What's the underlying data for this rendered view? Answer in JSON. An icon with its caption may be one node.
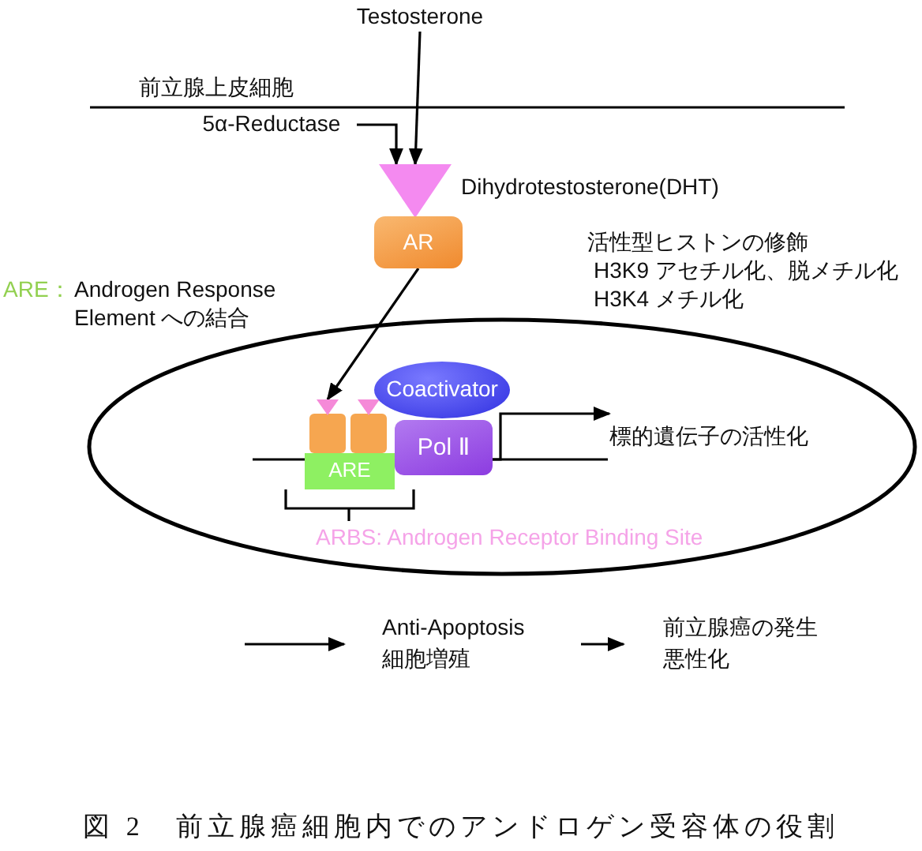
{
  "diagram": {
    "caption": "図 2　前立腺癌細胞内でのアンドロゲン受容体の役割",
    "nodes": [
      {
        "text": [
          "Testosterone"
        ]
      },
      {
        "text": [
          "5α-Reductase"
        ]
      },
      {
        "text": [],
        "shape": "triangle",
        "beside": [
          "Dihydrotestosterone(DHT)"
        ]
      },
      {
        "text": [
          "AR"
        ]
      },
      {
        "text": [],
        "shape": "ellipse"
      },
      {
        "text": [],
        "shape": "box",
        "in": 4
      },
      {
        "text": [],
        "shape": "box",
        "in": 4
      },
      {
        "text": [
          "ARE"
        ],
        "in": 4
      },
      {
        "text": [
          "Coactivator"
        ],
        "in": 4
      },
      {
        "text": [
          "Pol Ⅱ"
        ],
        "in": 4
      },
      {
        "text": [
          "標的遺伝子の活性化"
        ],
        "in": 4
      },
      {
        "text": [
          "Anti-Apoptosis 細胞増殖"
        ]
      },
      {
        "text": [
          "前立腺癌の発生悪性化"
        ]
      }
    ],
    "edges": [
      {
        "from": 0,
        "to": 2,
        "arrow": "to"
      },
      {
        "from": 1,
        "to": 2,
        "arrow": "to"
      },
      {
        "from": 3,
        "to": 5,
        "arrow": "to"
      },
      {
        "from": 9,
        "to": 10,
        "arrow": "to"
      },
      {
        "from": null,
        "to": 11,
        "arrow": "to"
      },
      {
        "from": 11,
        "to": 12,
        "arrow": "to"
      }
    ],
    "labels": [
      "前立腺上皮細胞",
      "活性型ヒストンの修飾",
      "H3K9 アセチル化、脱メチル化",
      "H3K4 メチル化",
      "ARE：",
      "Androgen Response Element への結合",
      "ARBS: Androgen Receptor Binding Site"
    ]
  }
}
